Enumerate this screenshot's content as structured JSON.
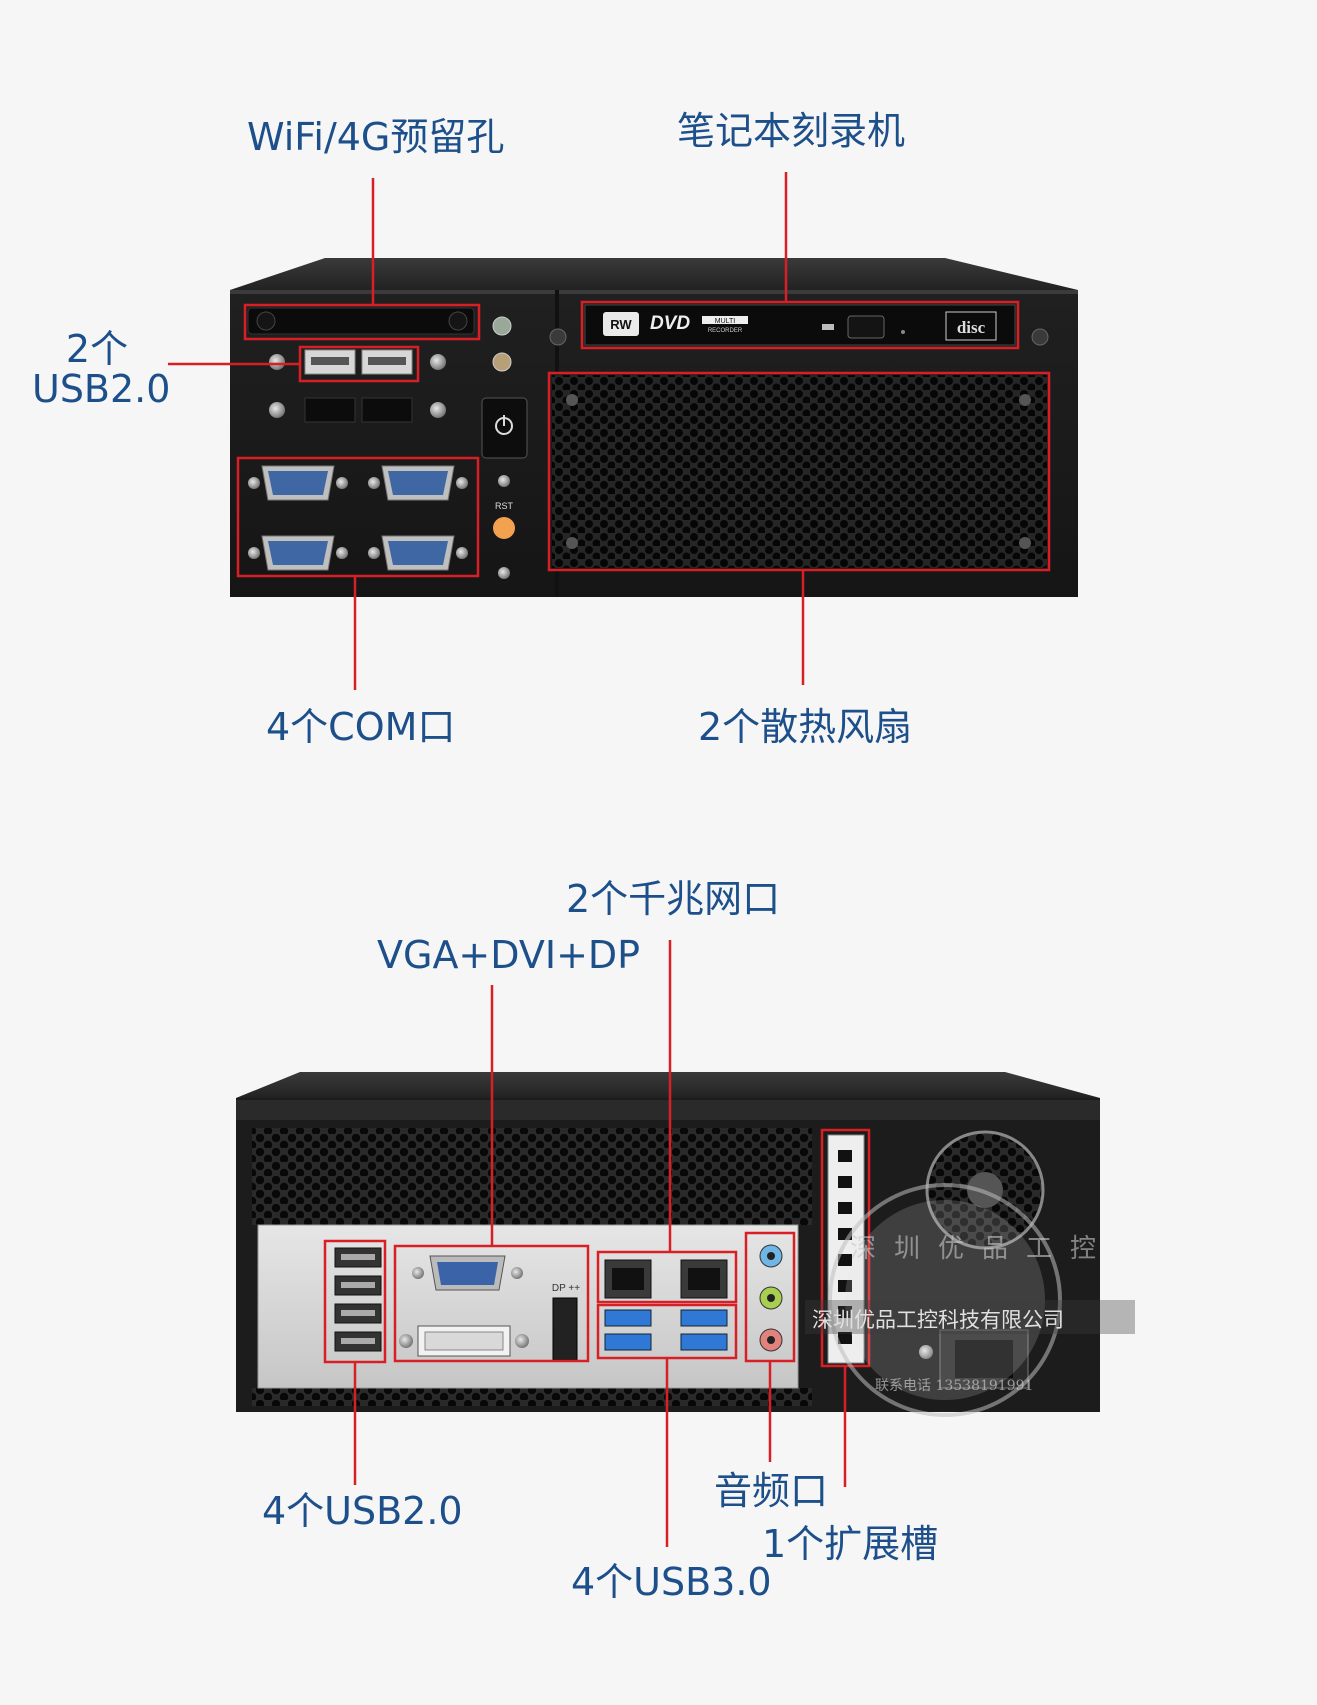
{
  "top_section": {
    "labels": {
      "wifi": "WiFi/4G预留孔",
      "burner": "笔记本刻录机",
      "usb_count": "2个",
      "usb_type": "USB2.0",
      "com": "4个COM口",
      "fans": "2个散热风扇"
    },
    "panel": {
      "rw_badge": "RW",
      "dvd_logo": "DVD",
      "multi_text": "MULTI",
      "recorder_text": "RECORDER",
      "disc_logo": "disc",
      "rst_label": "RST"
    }
  },
  "bottom_section": {
    "labels": {
      "lan": "2个千兆网口",
      "video": "VGA+DVI+DP",
      "usb2": "4个USB2.0",
      "audio": "音频口",
      "expansion": "1个扩展槽",
      "usb3": "4个USB3.0"
    },
    "panel": {
      "dp_label": "DP ++"
    }
  },
  "watermark": {
    "company": "深圳优品工控科技有限公司",
    "circle_text": "深圳优品工控",
    "contact": "联系电话 13538191991"
  },
  "colors": {
    "label_text": "#1d4f8b",
    "callout_red": "#d81f26",
    "chassis": "#1a1a1a",
    "io_plate": "#d9d9d9"
  }
}
